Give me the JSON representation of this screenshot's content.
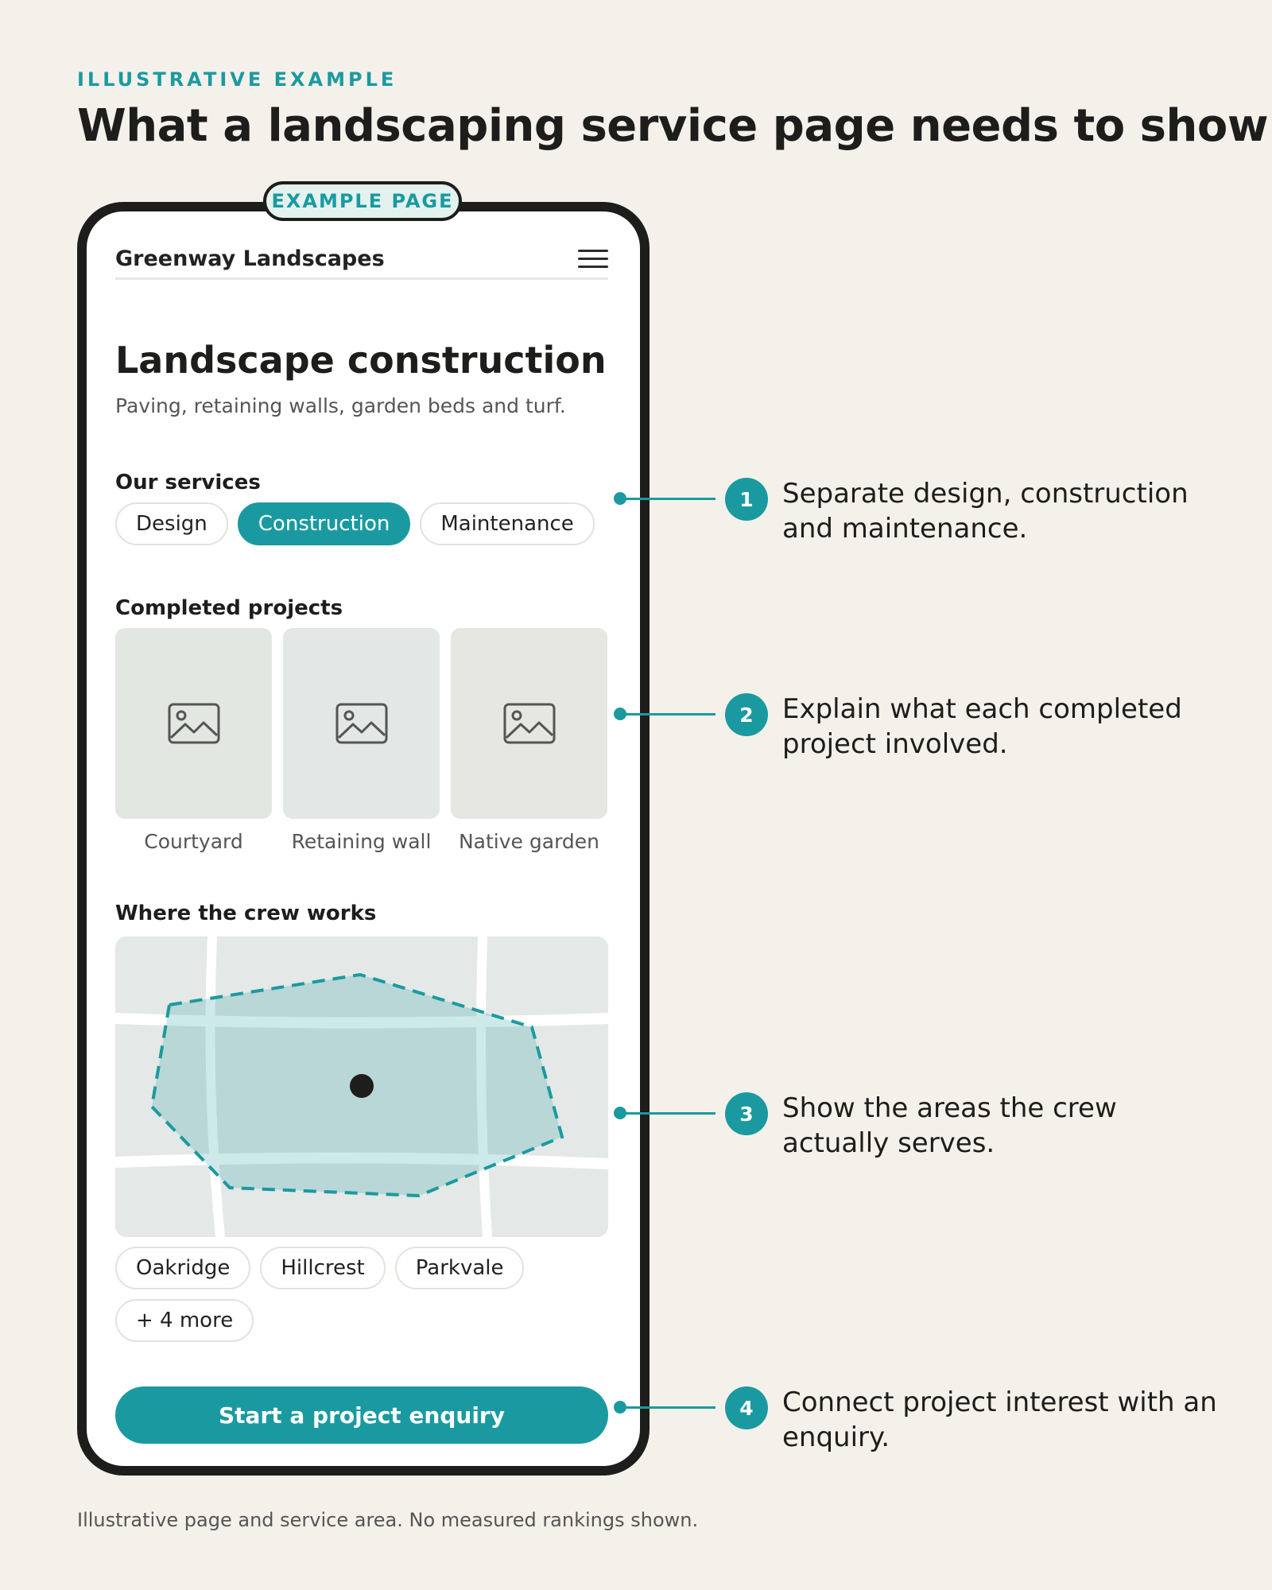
{
  "eyebrow": "ILLUSTRATIVE EXAMPLE",
  "headline": "What a landscaping service page needs to show",
  "phone": {
    "badge": "EXAMPLE PAGE",
    "brand": "Greenway Landscapes",
    "title": "Landscape construction",
    "subtitle": "Paving, retaining walls, garden beds and turf.",
    "services_label": "Our services",
    "services": [
      "Design",
      "Construction",
      "Maintenance"
    ],
    "active_service": "Construction",
    "projects_label": "Completed projects",
    "projects": [
      "Courtyard",
      "Retaining wall",
      "Native garden"
    ],
    "area_label": "Where the crew works",
    "areas": [
      "Oakridge",
      "Hillcrest",
      "Parkvale",
      "+ 4 more"
    ],
    "cta": "Start a project enquiry"
  },
  "callouts": [
    {
      "num": "1",
      "text": "Separate design, construction and maintenance."
    },
    {
      "num": "2",
      "text": "Explain what each completed project involved."
    },
    {
      "num": "3",
      "text": "Show the areas the crew actually serves."
    },
    {
      "num": "4",
      "text": "Connect project interest with an enquiry."
    }
  ],
  "footnote": "Illustrative page and service area. No measured rankings shown.",
  "colors": {
    "accent": "#1a9aa0",
    "background": "#f3f1ea",
    "ink": "#1d1d1b"
  },
  "icons": {
    "menu": "hamburger-menu-icon",
    "thumbnail": "image-placeholder-icon",
    "map_pin": "map-pin-icon"
  }
}
